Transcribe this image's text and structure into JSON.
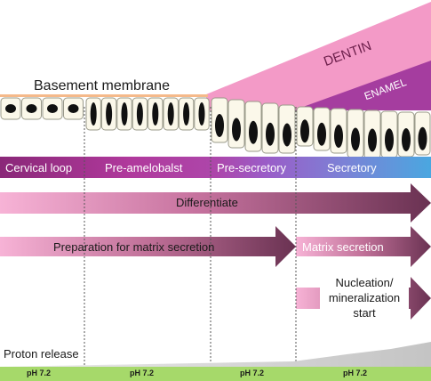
{
  "top": {
    "basement_membrane": "Basement membrane",
    "dentin": "DENTIN",
    "enamel": "ENAMEL"
  },
  "stages": [
    {
      "label": "Cervical loop",
      "color": "#8b2a78"
    },
    {
      "label": "Pre-amelobalst",
      "color": "#b43a9e"
    },
    {
      "label": "Pre-secretory",
      "color": "#9b52c6"
    },
    {
      "label": "Secretory",
      "color": "#6a8ed6"
    }
  ],
  "arrows": {
    "differentiate": "Differentiate",
    "preparation": "Preparation for matrix secretion",
    "matrix_secretion": "Matrix secretion",
    "nucleation_line1": "Nucleation/",
    "nucleation_line2": "mineralization",
    "nucleation_line3": "start"
  },
  "proton": {
    "label": "Proton release"
  },
  "ph_bar": {
    "values": [
      "pH 7.2",
      "pH 7.2",
      "pH 7.2",
      "pH 7.2"
    ],
    "color": "#a6d96a"
  },
  "colors": {
    "dentin": "#f29cc8",
    "enamel": "#a43e9e",
    "membrane": "#f5b98a",
    "cell_fill": "#fbf8ea",
    "nucleus": "#111111",
    "arrow_light": "#f4a6cf",
    "arrow_dark": "#6e3556"
  }
}
